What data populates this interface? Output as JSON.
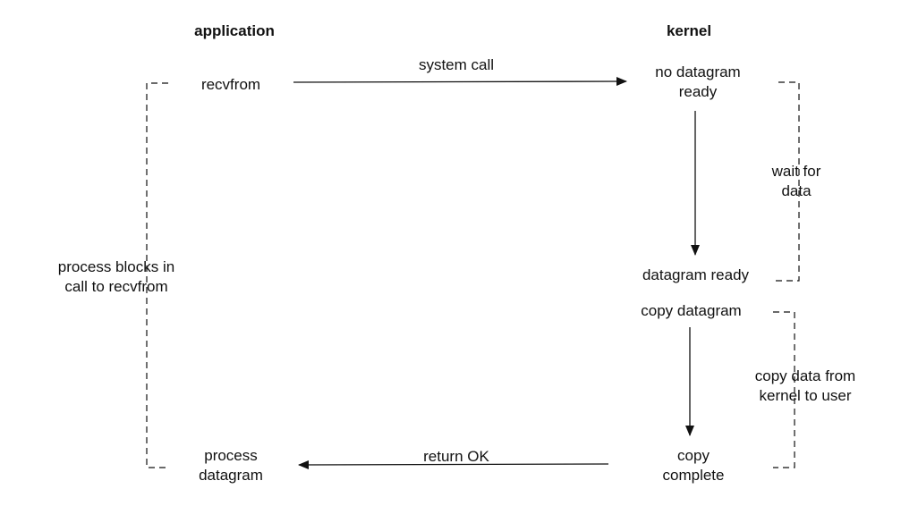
{
  "headers": {
    "application": "application",
    "kernel": "kernel"
  },
  "application": {
    "recvfrom": "recvfrom",
    "process_line1": "process",
    "process_line2": "datagram"
  },
  "kernel": {
    "no_datagram_line1": "no datagram",
    "no_datagram_line2": "ready",
    "datagram_ready": "datagram ready",
    "copy_datagram": "copy datagram",
    "copy_complete_line1": "copy",
    "copy_complete_line2": "complete"
  },
  "arrows": {
    "system_call": "system call",
    "return_ok": "return OK"
  },
  "phases": {
    "blocks_line1": "process blocks in",
    "blocks_line2": "call to recvfrom",
    "wait_line1": "wait for",
    "wait_line2": "data",
    "copy_line1": "copy data from",
    "copy_line2": "kernel to user"
  },
  "colors": {
    "line": "#111111",
    "text": "#111111",
    "background": "#ffffff"
  }
}
